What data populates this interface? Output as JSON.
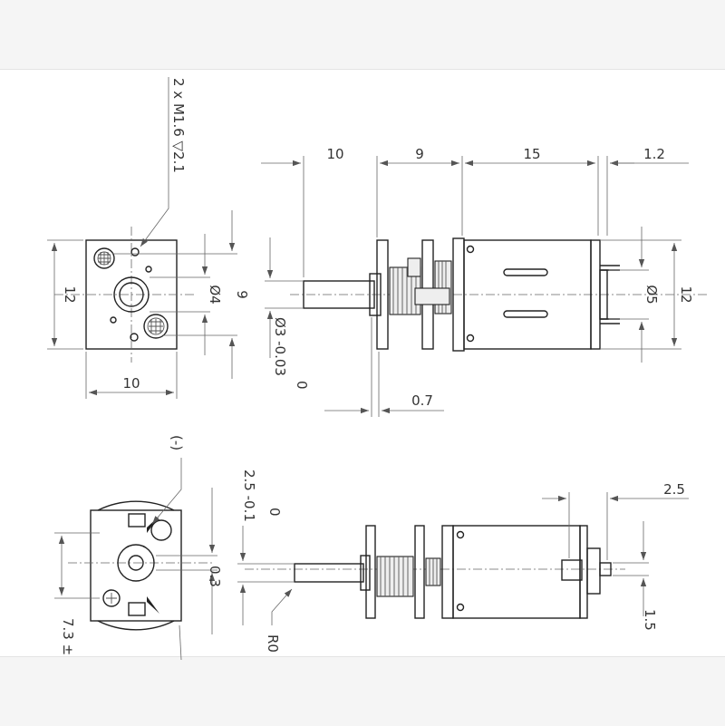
{
  "dims": {
    "front_width": "10",
    "front_height": "12",
    "hole_spacing": "9",
    "boss_dia": "Ø4",
    "thread_note": "2 x M1.6 ▽2.1",
    "len_shaft": "10",
    "len_gearbox": "9",
    "len_motor": "15",
    "len_endcap": "1.2",
    "body_height": "12",
    "endcap_dia": "Ø5",
    "shaft_tol_upper": "0",
    "shaft_dia": "Ø3 -0.03",
    "collar": "0.7",
    "polarity": "(-)",
    "flat_upper": "0",
    "flat_dim": "2.5 -0.1",
    "offset": "0.3",
    "terminal_len": "2.5",
    "terminal_h": "1.5",
    "radius": "R0",
    "height_tol": "7.3 ±"
  },
  "colors": {
    "line": "#222222",
    "dim": "#666666",
    "text": "#333333"
  }
}
